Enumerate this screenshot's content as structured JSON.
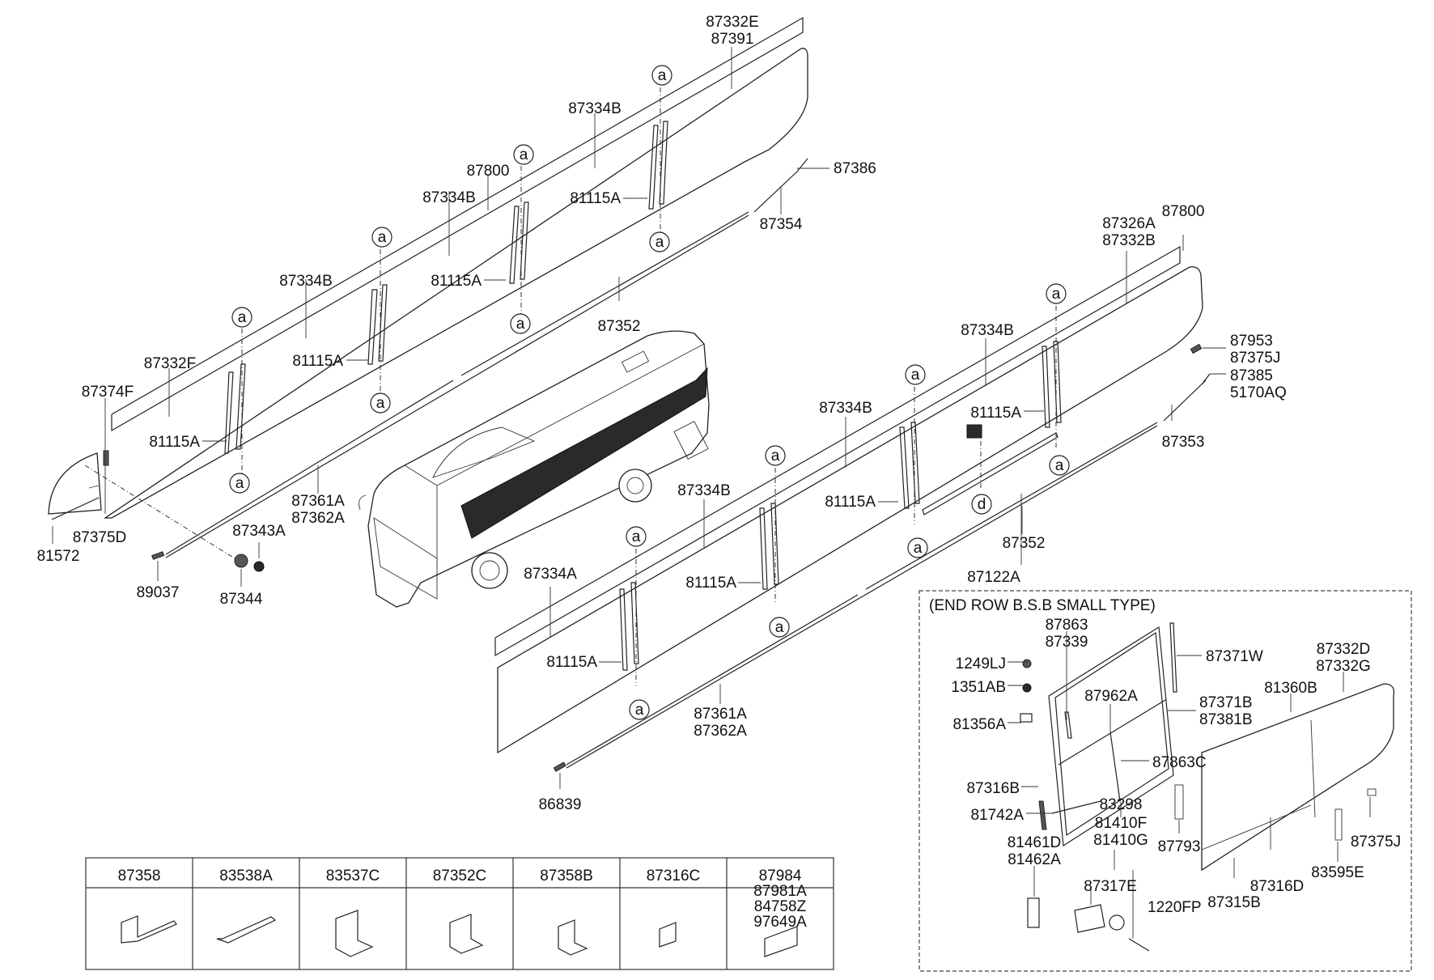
{
  "callout_letter": "a",
  "callout_letter_d": "d",
  "inset_title": "(END ROW B.S.B SMALL TYPE)",
  "upper": {
    "p87332E": "87332E",
    "p87391": "87391",
    "p87334B_1": "87334B",
    "p87800": "87800",
    "p87334B_2": "87334B",
    "p87334B_3": "87334B",
    "p87332F": "87332F",
    "p87374F": "87374F",
    "p81115A_1": "81115A",
    "p81115A_2": "81115A",
    "p81115A_3": "81115A",
    "p81115A_4": "81115A",
    "p87386": "87386",
    "p87354": "87354",
    "p87352": "87352",
    "p87361A": "87361A",
    "p87362A": "87362A",
    "p87343A": "87343A",
    "p87375D": "87375D",
    "p81572": "81572",
    "p89037": "89037",
    "p87344": "87344"
  },
  "lower": {
    "p87326A": "87326A",
    "p87800": "87800",
    "p87332B": "87332B",
    "p87334B_1": "87334B",
    "p87334B_2": "87334B",
    "p87334B_3": "87334B",
    "p87334A": "87334A",
    "p87953": "87953",
    "p87375J": "87375J",
    "p87385": "87385",
    "p5170AQ": "5170AQ",
    "p87353": "87353",
    "p81115A_1": "81115A",
    "p81115A_2": "81115A",
    "p81115A_3": "81115A",
    "p81115A_4": "81115A",
    "p87352": "87352",
    "p87122A": "87122A",
    "p87361A": "87361A",
    "p87362A": "87362A",
    "p86839": "86839"
  },
  "inset": {
    "p87863": "87863",
    "p87339": "87339",
    "p1249LJ": "1249LJ",
    "p1351AB": "1351AB",
    "p81356A": "81356A",
    "p87962A": "87962A",
    "p87371W": "87371W",
    "p87371B": "87371B",
    "p87381B": "87381B",
    "p87332D": "87332D",
    "p87332G": "87332G",
    "p81360B": "81360B",
    "p87863C": "87863C",
    "p87316B": "87316B",
    "p83298": "83298",
    "p81410F": "81410F",
    "p81410G": "81410G",
    "p81742A": "81742A",
    "p87793": "87793",
    "p87375J": "87375J",
    "p81461D": "81461D",
    "p81462A": "81462A",
    "p87317E": "87317E",
    "p1220FP": "1220FP",
    "p87316D": "87316D",
    "p83595E": "83595E",
    "p87315B": "87315B"
  },
  "legend": [
    {
      "labels": [
        "87358"
      ]
    },
    {
      "labels": [
        "83538A"
      ]
    },
    {
      "labels": [
        "83537C"
      ]
    },
    {
      "labels": [
        "87352C"
      ]
    },
    {
      "labels": [
        "87358B"
      ]
    },
    {
      "labels": [
        "87316C"
      ]
    },
    {
      "labels": [
        "87984",
        "87981A",
        "84758Z",
        "97649A"
      ]
    }
  ]
}
